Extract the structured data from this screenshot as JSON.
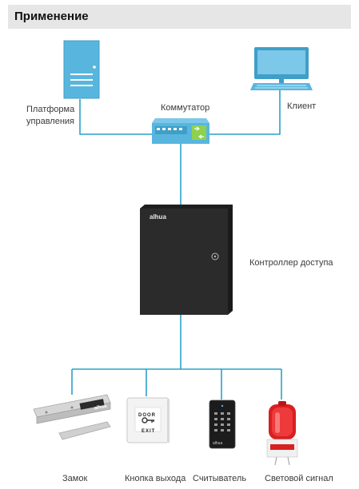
{
  "header": {
    "title": "Применение"
  },
  "nodes": {
    "platform": {
      "label_line1": "Платформа",
      "label_line2": "управления",
      "icon": "server-icon"
    },
    "switch": {
      "label": "Коммутатор",
      "icon": "network-switch-icon"
    },
    "client": {
      "label": "Клиент",
      "icon": "desktop-computer-icon"
    },
    "controller": {
      "label": "Контроллер доступа",
      "brand": "alhua",
      "icon": "access-controller-box"
    },
    "lock": {
      "label": "Замок",
      "brand": "alhua",
      "icon": "magnetic-lock-icon"
    },
    "exit_button": {
      "label": "Кнопка выхода",
      "text_top": "DOOR",
      "text_bottom": "EXIT",
      "icon": "exit-button-icon"
    },
    "reader": {
      "label": "Считыватель",
      "brand": "alhua",
      "icon": "card-reader-icon"
    },
    "beacon": {
      "label": "Световой сигнал",
      "icon": "warning-beacon-icon"
    }
  },
  "colors": {
    "wire": "#2aa2c9",
    "server": "#58b6de",
    "monitor_screen": "#58b6de",
    "controller_body": "#2a2a2a",
    "beacon_red": "#d92020",
    "header_bg": "#e6e6e6"
  }
}
